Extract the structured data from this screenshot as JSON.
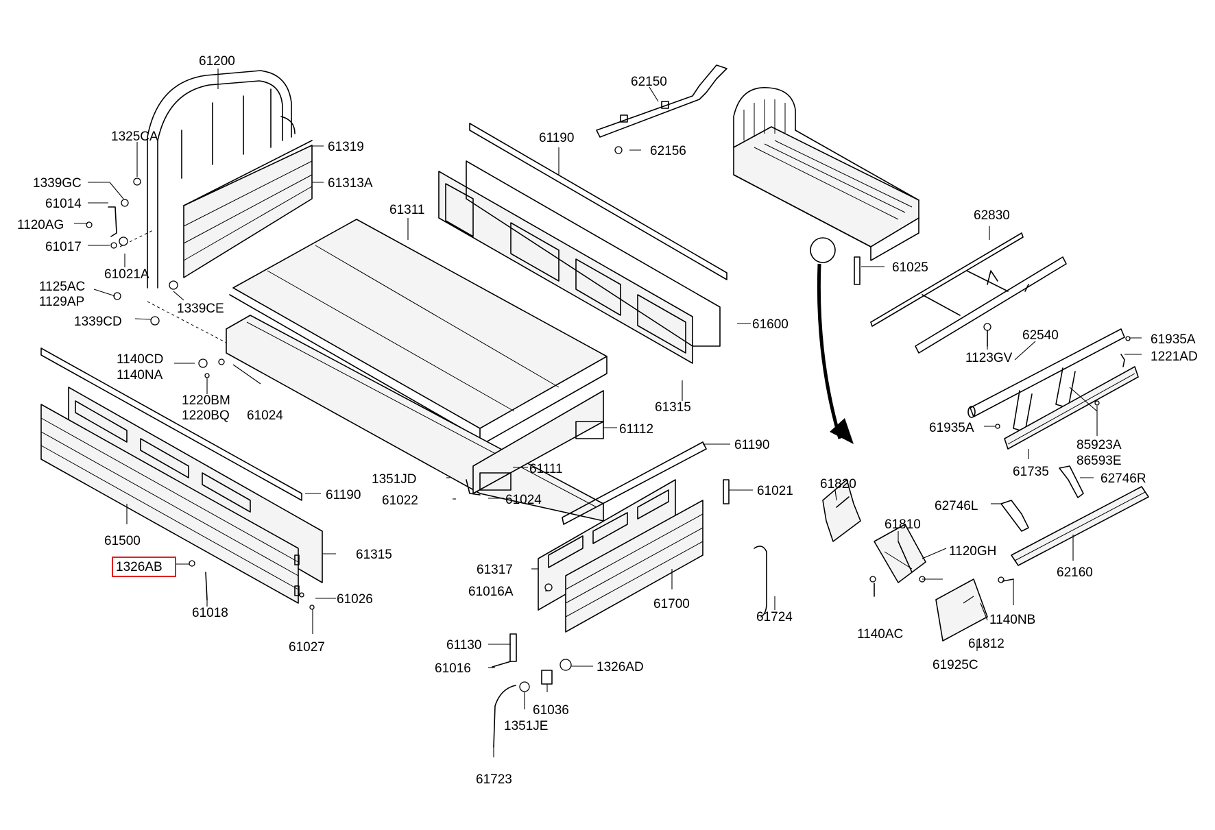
{
  "labels": {
    "l61200": "61200",
    "l1325CA": "1325CA",
    "l61319": "61319",
    "l61313A": "61313A",
    "l1339GC": "1339GC",
    "l61014": "61014",
    "l1120AG": "1120AG",
    "l61017": "61017",
    "l61021A": "61021A",
    "l1125AC": "1125AC",
    "l1129AP": "1129AP",
    "l1339CE": "1339CE",
    "l1339CD": "1339CD",
    "l1140CD": "1140CD",
    "l1140NA": "1140NA",
    "l1220BM": "1220BM",
    "l1220BQ": "1220BQ",
    "l61024a": "61024",
    "l61311": "61311",
    "l61190a": "61190",
    "l62150": "62150",
    "l62156": "62156",
    "l61600": "61600",
    "l61315a": "61315",
    "l61112": "61112",
    "l61111": "61111",
    "l1351JD": "1351JD",
    "l61022": "61022",
    "l61024b": "61024",
    "l61190b": "61190",
    "l61190c": "61190",
    "l61500": "61500",
    "l1326AB": "1326AB",
    "l61315b": "61315",
    "l61018": "61018",
    "l61026": "61026",
    "l61027": "61027",
    "l61021": "61021",
    "l61317": "61317",
    "l61016A": "61016A",
    "l61700": "61700",
    "l61724": "61724",
    "l61130": "61130",
    "l61016": "61016",
    "l1326AD": "1326AD",
    "l61036": "61036",
    "l1351JE": "1351JE",
    "l61723": "61723",
    "l61025": "61025",
    "l62830": "62830",
    "l1123GV": "1123GV",
    "l62540": "62540",
    "l61935Aa": "61935A",
    "l1221AD": "1221AD",
    "l61935Ab": "61935A",
    "l85923A": "85923A",
    "l86593E": "86593E",
    "l61735": "61735",
    "l62746R": "62746R",
    "l62746L": "62746L",
    "l62160": "62160",
    "l61820": "61820",
    "l61810": "61810",
    "l1120GH": "1120GH",
    "l1140AC": "1140AC",
    "l1140NB": "1140NB",
    "l61812": "61812",
    "l61925C": "61925C"
  },
  "highlighted_part": "1326AB",
  "colors": {
    "highlight": "#e0201e",
    "line": "#000000",
    "background": "#ffffff"
  }
}
